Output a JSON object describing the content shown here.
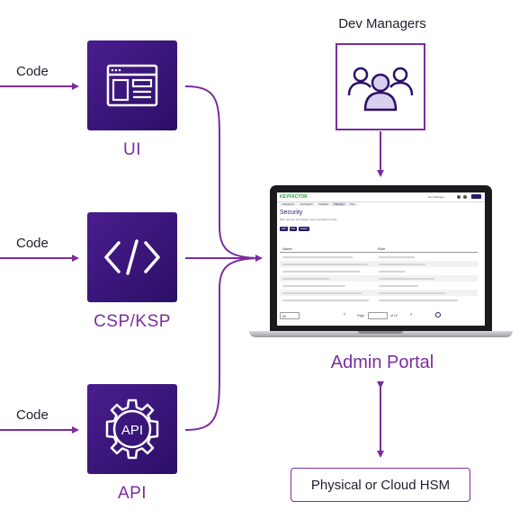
{
  "inputs": [
    {
      "code_label": "Code",
      "tile_label": "UI",
      "icon": "browser-window-icon"
    },
    {
      "code_label": "Code",
      "tile_label": "CSP/KSP",
      "icon": "code-brackets-icon"
    },
    {
      "code_label": "Code",
      "tile_label": "API",
      "icon": "api-gear-icon",
      "icon_text": "API"
    }
  ],
  "dev_managers": {
    "label": "Dev Managers",
    "icon": "user-group-icon"
  },
  "admin_portal": {
    "label": "Admin Portal",
    "screen": {
      "logo": "KEYFACTOR",
      "user": "Dev Manager",
      "tabs": [
        "Dashboard",
        "Cert Search",
        "Workflow",
        "Security",
        "Tools"
      ],
      "active_tab": "Security",
      "title": "Security",
      "description": "Edit, remove and assign roles and audit records",
      "actions": [
        "Add",
        "Edit",
        "Delete"
      ],
      "columns": [
        "Name",
        "Role"
      ],
      "page_size": "50",
      "page_label": "Page",
      "page_of": "of 10"
    }
  },
  "hsm": {
    "label": "Physical or Cloud HSM"
  },
  "colors": {
    "accent": "#7b2d9e",
    "tile": "#2b0f66"
  }
}
